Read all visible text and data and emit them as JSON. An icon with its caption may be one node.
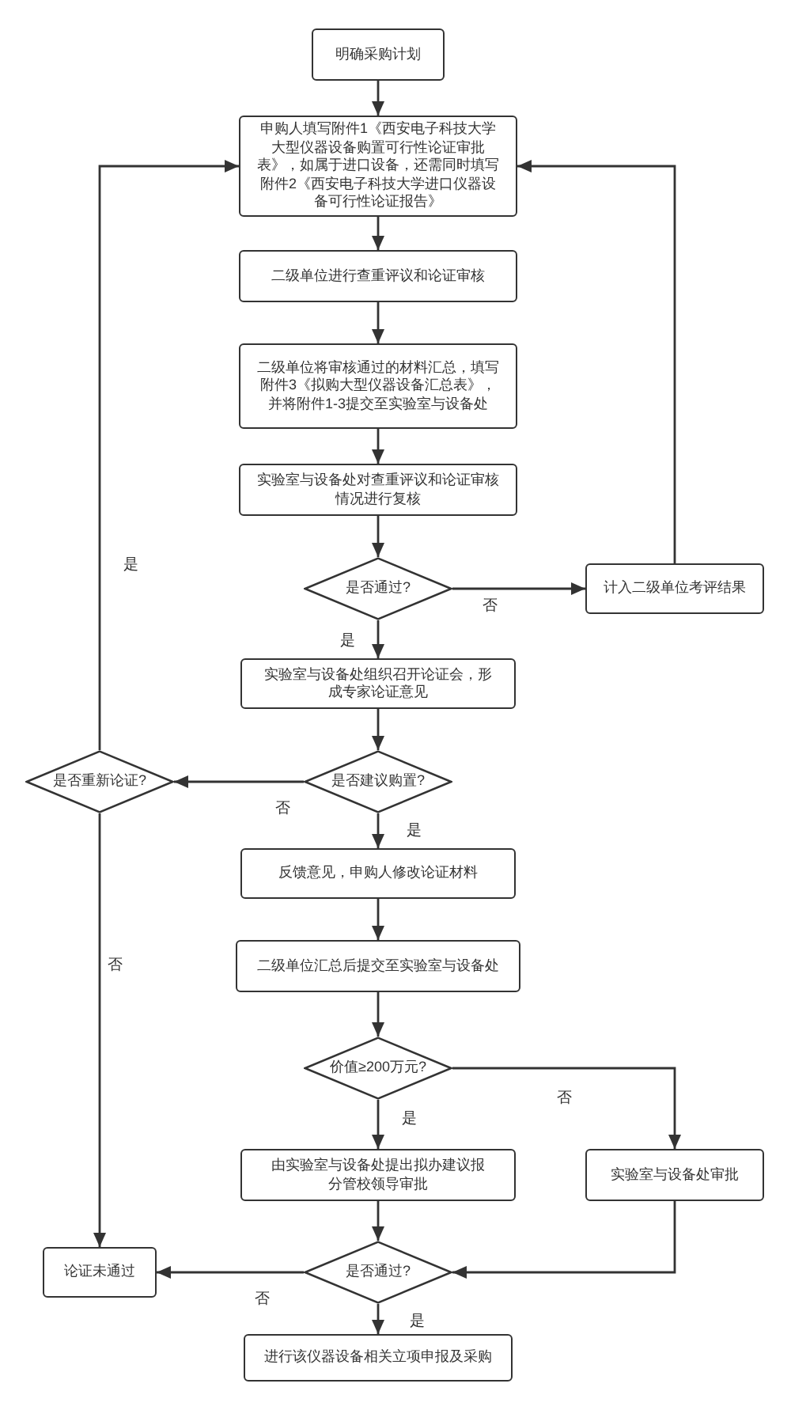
{
  "diagram": {
    "nodes": [
      {
        "text": [
          "明确采购计划"
        ]
      },
      {
        "text": [
          "申购人填写附件1《西安电子科技大学大型仪器设备购置可行性论证审批表》，如属于进口设备，还需同时填写附件2《西安电子科技大学进口仪器设备可行性论证报告》"
        ]
      },
      {
        "text": [
          "二级单位进行查重评议和论证审核"
        ]
      },
      {
        "text": [
          "二级单位将审核通过的材料汇总，填写附件3《拟购大型仪器设备汇总表》，并将附件1-3提交至实验室与设备处"
        ]
      },
      {
        "text": [
          "实验室与设备处对查重评议和论证审核情况进行复核"
        ]
      },
      {
        "text": [
          "是否通过?"
        ]
      },
      {
        "text": [
          "计入二级单位考评结果"
        ]
      },
      {
        "text": [
          "实验室与设备处组织召开论证会，形成专家论证意见"
        ]
      },
      {
        "text": [
          "是否重新论证?"
        ]
      },
      {
        "text": [
          "是否建议购置?"
        ]
      },
      {
        "text": [
          "反馈意见，申购人修改论证材料"
        ]
      },
      {
        "text": [
          "二级单位汇总后提交至实验室与设备处"
        ]
      },
      {
        "text": [
          "价值≥200万元?"
        ]
      },
      {
        "text": [
          "由实验室与设备处提出拟办建议报分管校领导审批"
        ]
      },
      {
        "text": [
          "实验室与设备处审批"
        ]
      },
      {
        "text": [
          "论证未通过"
        ]
      },
      {
        "text": [
          "是否通过?"
        ]
      },
      {
        "text": [
          "进行该仪器设备相关立项申报及采购"
        ]
      }
    ],
    "edges": [
      {
        "from": 0,
        "to": 1,
        "arrow": "to"
      },
      {
        "from": 1,
        "to": 2,
        "arrow": "to"
      },
      {
        "from": 2,
        "to": 3,
        "arrow": "to"
      },
      {
        "from": 3,
        "to": 4,
        "arrow": "to"
      },
      {
        "from": 4,
        "to": 5,
        "arrow": "to"
      },
      {
        "from": 5,
        "to": 6,
        "arrow": "to",
        "label": "否"
      },
      {
        "from": 6,
        "to": 1,
        "arrow": "to"
      },
      {
        "from": 5,
        "to": 7,
        "arrow": "to",
        "label": "是"
      },
      {
        "from": 7,
        "to": 9,
        "arrow": "to"
      },
      {
        "from": 9,
        "to": 8,
        "arrow": "to",
        "label": "否"
      },
      {
        "from": 8,
        "to": 1,
        "arrow": "to",
        "label": "是"
      },
      {
        "from": 9,
        "to": 10,
        "arrow": "to",
        "label": "是"
      },
      {
        "from": 8,
        "to": 15,
        "arrow": "to",
        "label": "否"
      },
      {
        "from": 10,
        "to": 11,
        "arrow": "to"
      },
      {
        "from": 11,
        "to": 12,
        "arrow": "to"
      },
      {
        "from": 12,
        "to": 14,
        "arrow": "to",
        "label": "否"
      },
      {
        "from": 12,
        "to": 13,
        "arrow": "to",
        "label": "是"
      },
      {
        "from": 13,
        "to": 16,
        "arrow": "to"
      },
      {
        "from": 14,
        "to": 16,
        "arrow": "to"
      },
      {
        "from": 16,
        "to": 15,
        "arrow": "to",
        "label": "否"
      },
      {
        "from": 16,
        "to": 17,
        "arrow": "to",
        "label": "是"
      }
    ]
  }
}
